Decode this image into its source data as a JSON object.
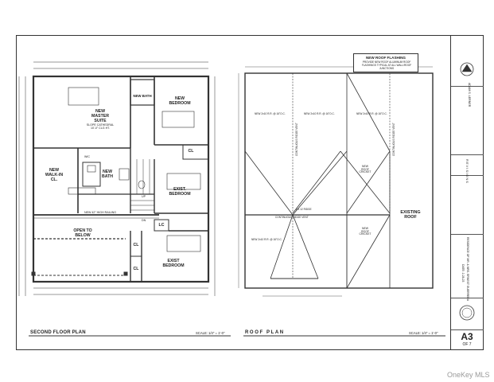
{
  "sheet": {
    "number": "A3",
    "of": "OF 7",
    "watermark": "OneKey MLS"
  },
  "plans": {
    "second_floor": {
      "title": "SECOND FLOOR PLAN",
      "scale": "SCALE: 1/4\" = 1'-0\""
    },
    "roof": {
      "title": "ROOF PLAN",
      "scale": "SCALE: 1/4\" = 1'-0\""
    }
  },
  "rooms": {
    "master": "NEW\nMASTER\nSUITE",
    "master_note": "SLOPE CATHEDRAL\n10'-0\" CLG HT.",
    "new_bath_top": "NEW BATH",
    "new_bedroom": "NEW\nBEDROOM",
    "walkin": "NEW\nWALK-IN\nCL.",
    "new_bath_mid": "NEW\nBATH",
    "exist_bed_1": "EXIST.\nBEDROOM",
    "open_below": "OPEN TO\nBELOW",
    "exist_bed_2": "EXIST\nBEDROOM",
    "cl": "CL",
    "lc": "LC",
    "railing": "NEW 42\" HIGH RAILING",
    "up": "UP",
    "wic": "WIC",
    "dn": "DN"
  },
  "roof_labels": {
    "flashing_title": "NEW ROOF FLASHING",
    "flashing_body": "PROVIDE NEW ROOF ALUMINUM ROOF FLASHINGS TYPICAL AT ALL WALL/ROOF JUNCTIONS",
    "existing_roof": "EXISTING\nROOF",
    "new_roof_cricket_1": "NEW\nROOF\nCRICKET",
    "new_roof_cricket_2": "NEW\nROOF\nCRICKET",
    "ridge": "CONTINUOUS RIDGE VENT",
    "ridge_2": "CONTINUOUS RIDGE VENT",
    "ridge_3": "CONTINUOUS RIDGE VENT",
    "ridge_beam": "2 x 12 RIDGE",
    "rafters_1": "NEW 2x10 R.R. @ 16\"O.C.",
    "rafters_2": "NEW 2x10 R.R. @ 16\"O.C.",
    "rafters_3": "NEW 2x10 R.R. @ 16\"O.C.",
    "rafters_4": "NEW 2x10 R.R. @ 16\"O.C."
  },
  "title_block": {
    "architect": "ADAM S. LERNER",
    "revisions": "REVISIONS",
    "project": "RESIDENCE OF MR. & MRS. ERNEST GUERRERA",
    "date": "DATE: 2-28-23"
  }
}
